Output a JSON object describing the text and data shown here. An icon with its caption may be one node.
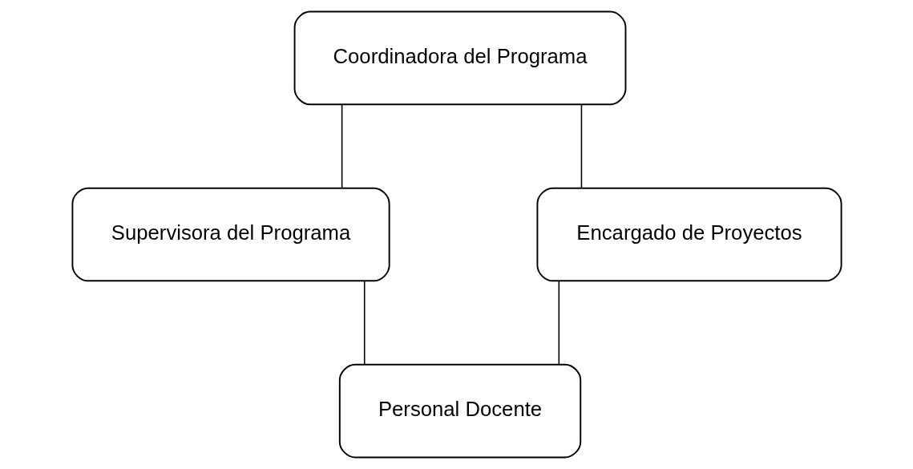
{
  "diagram": {
    "nodes": [
      {
        "text": [
          "Coordinadora del Programa"
        ]
      },
      {
        "text": [
          "Supervisora del Programa"
        ]
      },
      {
        "text": [
          "Encargado de Proyectos"
        ]
      },
      {
        "text": [
          "Personal Docente"
        ]
      }
    ],
    "edges": [
      {
        "from": 0,
        "to": 1,
        "arrow": "none"
      },
      {
        "from": 0,
        "to": 2,
        "arrow": "none"
      },
      {
        "from": 1,
        "to": 3,
        "arrow": "none"
      },
      {
        "from": 2,
        "to": 3,
        "arrow": "none"
      }
    ]
  }
}
